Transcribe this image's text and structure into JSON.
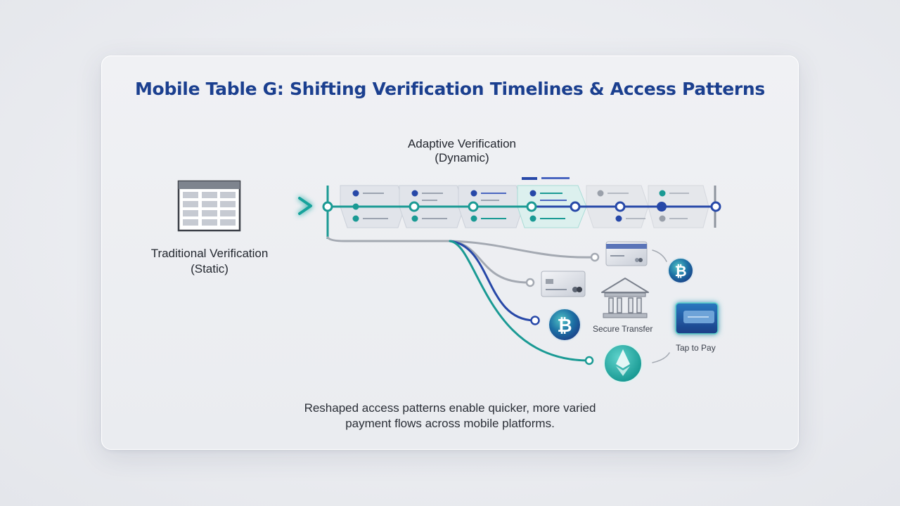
{
  "title": "Mobile Table G: Shifting Verification Timelines & Access Patterns",
  "nodes": {
    "traditional": {
      "line1": "Traditional Verification",
      "line2": "(Static)"
    },
    "adaptive": {
      "line1": "Adaptive Verification",
      "line2": "(Dynamic)"
    },
    "secure_transfer": "Secure Transfer",
    "tap_to_pay": "Tap to Pay"
  },
  "icons": {
    "static_table": "table-icon",
    "card_top": "credit-card-icon",
    "card_mid": "credit-card-icon",
    "bitcoin_small": "bitcoin-icon",
    "bitcoin_large": "bitcoin-icon",
    "bank": "bank-icon",
    "wallet": "wallet-icon",
    "ethereum": "ethereum-icon"
  },
  "colors": {
    "title": "#1b3f8f",
    "teal": "#1a9a94",
    "navy": "#2748a8",
    "gray": "#9aa0aa"
  },
  "caption": {
    "line1": "Reshaped access patterns enable quicker, more varied",
    "line2": "payment flows across mobile platforms."
  }
}
